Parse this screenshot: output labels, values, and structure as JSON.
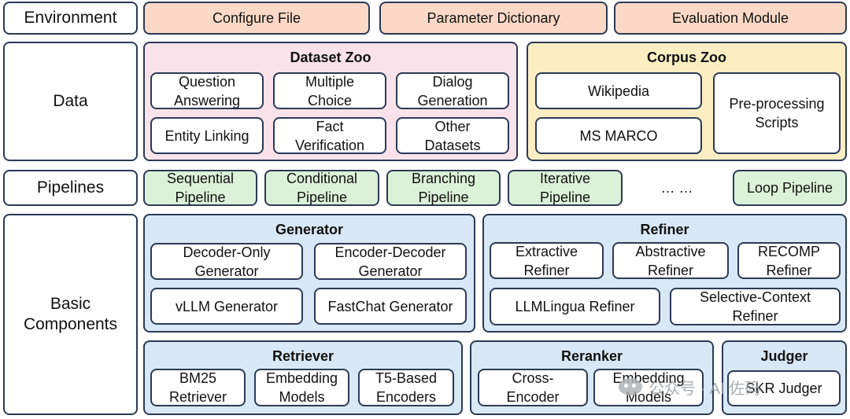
{
  "rows": {
    "environment": "Environment",
    "data": "Data",
    "pipelines": "Pipelines",
    "basic_components": "Basic\nComponents"
  },
  "environment": {
    "items": [
      "Configure File",
      "Parameter Dictionary",
      "Evaluation Module"
    ]
  },
  "dataset_zoo": {
    "title": "Dataset Zoo",
    "items": [
      "Question\nAnswering",
      "Multiple\nChoice",
      "Dialog\nGeneration",
      "Entity Linking",
      "Fact\nVerification",
      "Other\nDatasets"
    ]
  },
  "corpus_zoo": {
    "title": "Corpus Zoo",
    "items": [
      "Wikipedia",
      "MS MARCO",
      "Pre-processing\nScripts"
    ]
  },
  "pipelines": {
    "items": [
      "Sequential\nPipeline",
      "Conditional\nPipeline",
      "Branching\nPipeline",
      "Iterative\nPipeline",
      "Loop Pipeline"
    ],
    "ellipsis": "… …"
  },
  "generator": {
    "title": "Generator",
    "items": [
      "Decoder-Only\nGenerator",
      "Encoder-Decoder\nGenerator",
      "vLLM Generator",
      "FastChat Generator"
    ]
  },
  "refiner": {
    "title": "Refiner",
    "items": [
      "Extractive\nRefiner",
      "Abstractive\nRefiner",
      "RECOMP\nRefiner",
      "LLMLingua Refiner",
      "Selective-Context\nRefiner"
    ]
  },
  "retriever": {
    "title": "Retriever",
    "items": [
      "BM25\nRetriever",
      "Embedding\nModels",
      "T5-Based\nEncoders"
    ]
  },
  "reranker": {
    "title": "Reranker",
    "items": [
      "Cross-\nEncoder",
      "Embedding\nModels"
    ]
  },
  "judger": {
    "title": "Judger",
    "items": [
      "SKR Judger"
    ]
  },
  "watermark": "公众号 · AI 佐码",
  "colors": {
    "border": "#2b3a55",
    "orange": "#fbd9c6",
    "pink": "#f9e2ea",
    "yellow": "#fbeec2",
    "green": "#dcf2d8",
    "blue": "#d9e8f6"
  }
}
